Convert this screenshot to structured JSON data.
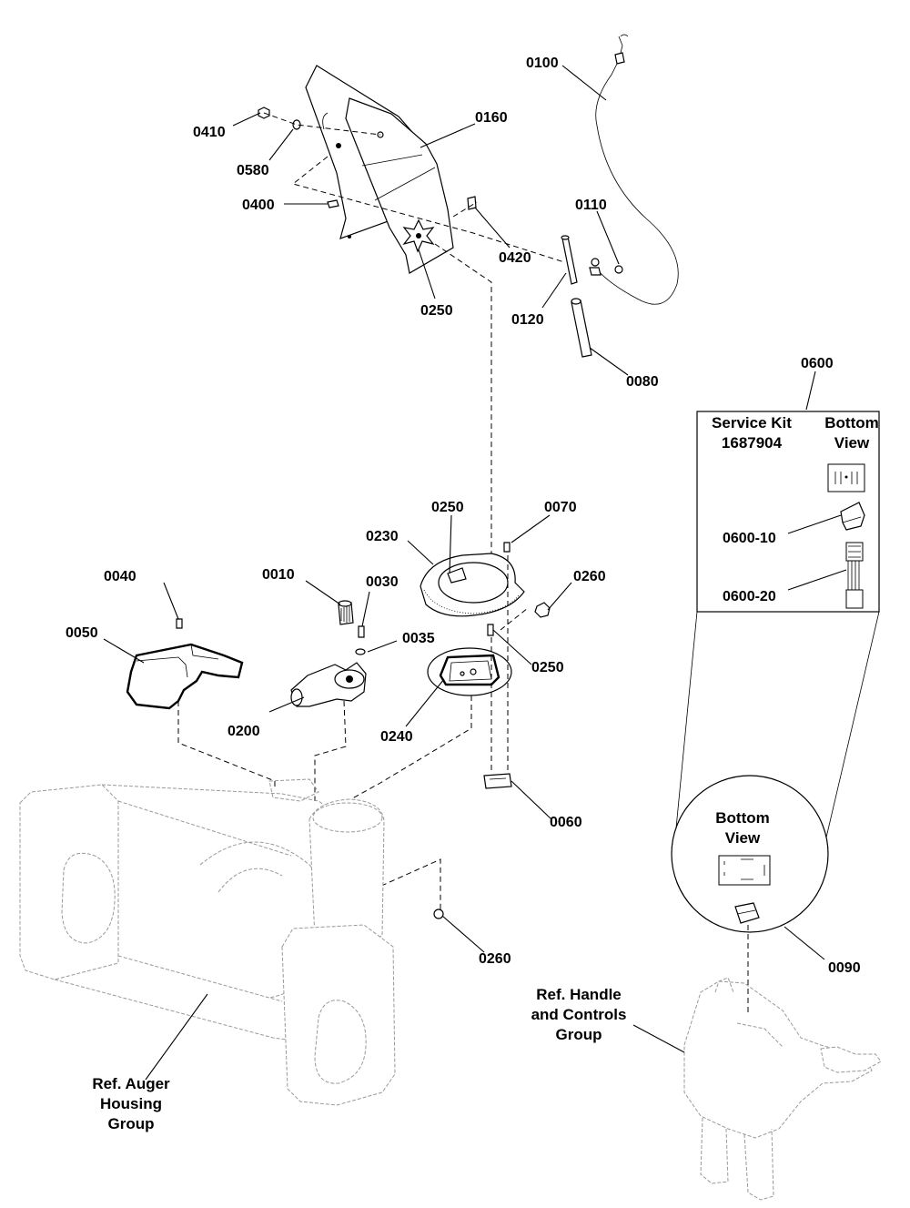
{
  "labels": {
    "p0100": "0100",
    "p0410": "0410",
    "p0160": "0160",
    "p0580": "0580",
    "p0400": "0400",
    "p0110": "0110",
    "p0420": "0420",
    "p0250_top": "0250",
    "p0120": "0120",
    "p0080": "0080",
    "p0600": "0600",
    "p0250_ring": "0250",
    "p0070": "0070",
    "p0230": "0230",
    "p0040": "0040",
    "p0010": "0010",
    "p0030": "0030",
    "p0260_a": "0260",
    "p0050": "0050",
    "p0035": "0035",
    "p0250_plate": "0250",
    "p0200": "0200",
    "p0240": "0240",
    "p0060": "0060",
    "p0260_b": "0260",
    "p0090": "0090",
    "p0600_10": "0600-10",
    "p0600_20": "0600-20"
  },
  "service_kit": {
    "line1": "Service Kit",
    "line2": "1687904",
    "bottom_view_1": "Bottom",
    "bottom_view_2": "View"
  },
  "callout_0090": {
    "bottom_view_1": "Bottom",
    "bottom_view_2": "View"
  },
  "ref_handle": {
    "line1": "Ref. Handle",
    "line2": "and Controls",
    "line3": "Group"
  },
  "ref_auger": {
    "line1": "Ref. Auger",
    "line2": "Housing",
    "line3": "Group"
  }
}
